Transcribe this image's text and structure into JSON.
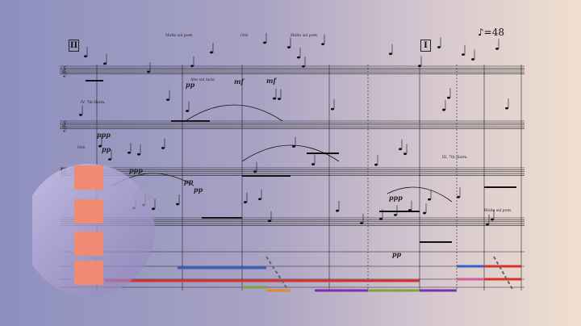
{
  "rehearsal_marks": {
    "start": "II",
    "next": "I"
  },
  "tempo": {
    "note_glyph": "♪",
    "value": "=48"
  },
  "dynamics": [
    "ppp",
    "pp",
    "mf",
    "mf",
    "pp",
    "ppp",
    "pp",
    "ppp",
    "pp",
    "pp"
  ],
  "technique_labels": [
    "Molto sul pont.",
    "Ord.",
    "Molto sul pont.",
    "IV, 7th Harm.",
    "Alto sul tasto",
    "III, 7th Harm.",
    "Molto sul pont.",
    "Ord."
  ],
  "lane_colors": {
    "blue": "#3b5fc0",
    "red": "#d8322b",
    "orange": "#e28a2c",
    "purple": "#7a2fb0",
    "green": "#7ca33a",
    "pink": "#d65aa0"
  },
  "logo": {
    "squares": 4,
    "color": "#f08a72"
  }
}
